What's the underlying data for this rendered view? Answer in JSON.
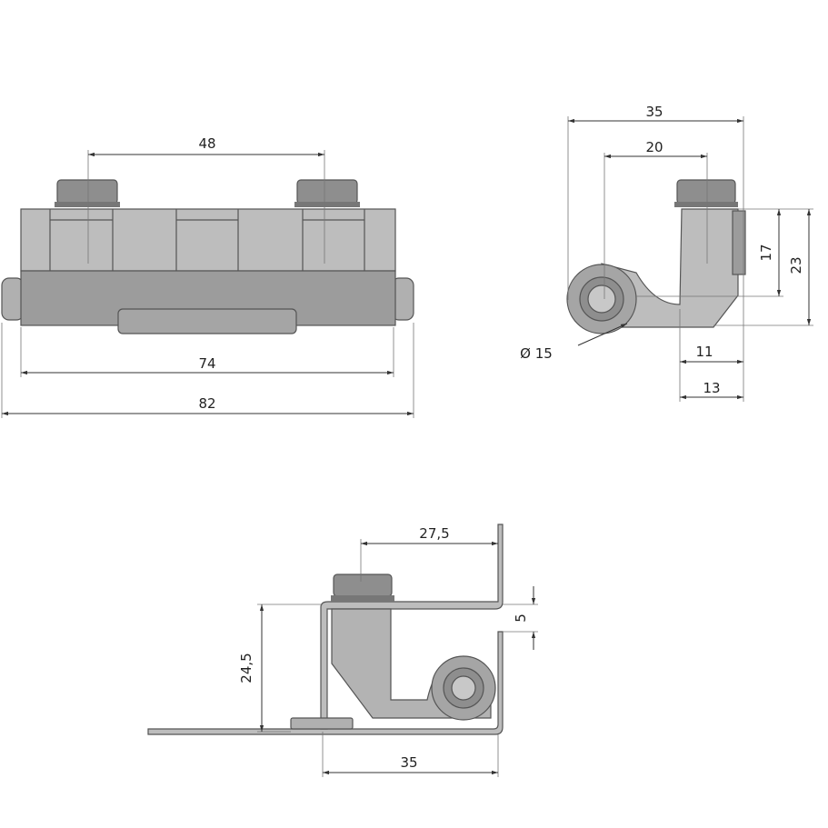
{
  "drawing": {
    "front_view": {
      "dim_screw_spacing": "48",
      "dim_body_length": "74",
      "dim_overall_length": "82"
    },
    "side_view": {
      "dim_width": "35",
      "dim_pivot_offset": "20",
      "dim_height_inner": "17",
      "dim_height": "23",
      "dim_depth_inner": "11",
      "dim_depth": "13",
      "dim_roller_diameter": "Ø 15"
    },
    "installed_view": {
      "dim_screw_offset": "27,5",
      "dim_height": "24,5",
      "dim_gap": "5",
      "dim_width": "35"
    }
  },
  "colors": {
    "light_metal": "#bdbdbd",
    "dark_metal": "#9c9c9c",
    "line": "#555555"
  }
}
